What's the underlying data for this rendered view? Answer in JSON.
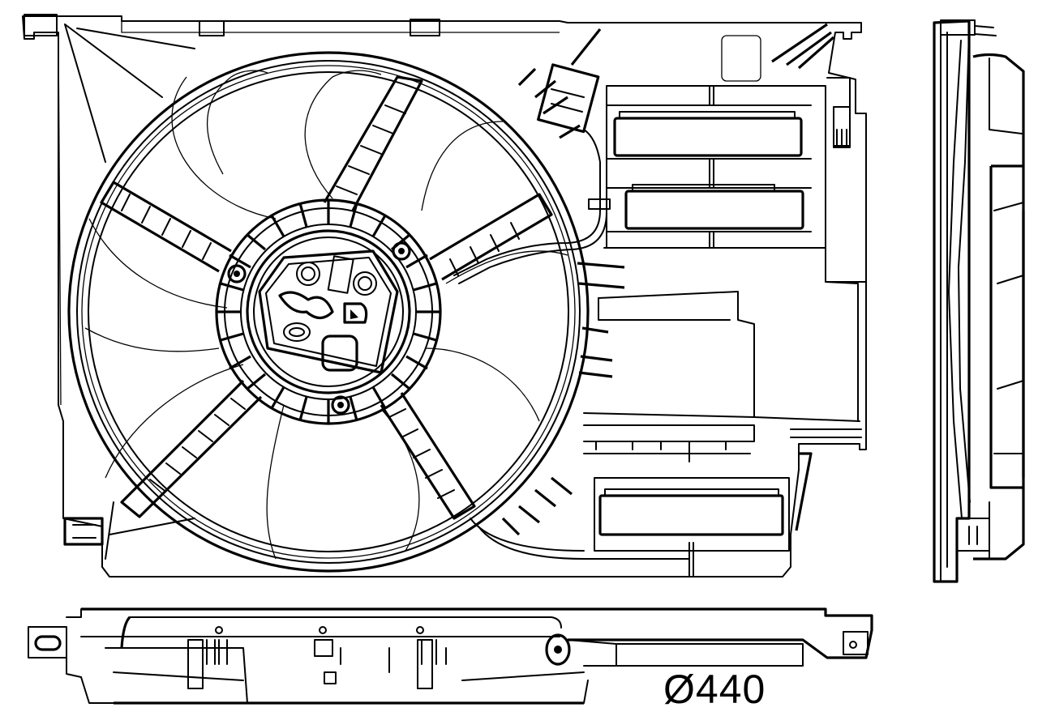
{
  "drawing": {
    "subject": "radiator cooling fan with shroud",
    "views": [
      {
        "name": "front-view"
      },
      {
        "name": "side-view"
      },
      {
        "name": "bottom-view"
      }
    ],
    "dimension_label": "Ø440",
    "line_color": "#000000",
    "background_color": "#ffffff"
  }
}
